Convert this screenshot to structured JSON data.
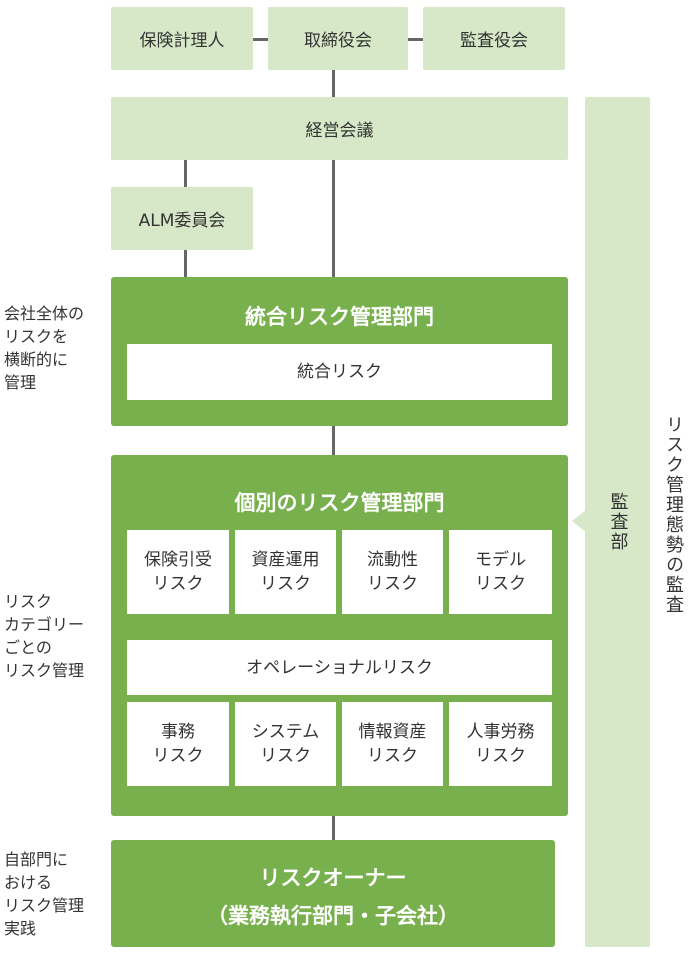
{
  "top": {
    "actuary": "保険計理人",
    "board": "取締役会",
    "audit_board": "監査役会"
  },
  "management_meeting": "経営会議",
  "alm_committee": "ALM委員会",
  "integrated": {
    "title": "統合リスク管理部門",
    "item": "統合リスク"
  },
  "individual": {
    "title": "個別のリスク管理部門",
    "row1": [
      "保険引受\nリスク",
      "資産運用\nリスク",
      "流動性\nリスク",
      "モデル\nリスク"
    ],
    "operational": "オペレーショナルリスク",
    "row2": [
      "事務\nリスク",
      "システム\nリスク",
      "情報資産\nリスク",
      "人事労務\nリスク"
    ]
  },
  "owner": {
    "line1": "リスクオーナー",
    "line2": "（業務執行部門・子会社）"
  },
  "audit_dept": "監査部",
  "audit_label": "リスク管理態勢の監査",
  "side_labels": {
    "company_wide": "会社全体の\nリスクを\n横断的に\n管理",
    "by_category": "リスク\nカテゴリー\nごとの\nリスク管理",
    "self_department": "自部門に\nおける\nリスク管理\n実践"
  }
}
